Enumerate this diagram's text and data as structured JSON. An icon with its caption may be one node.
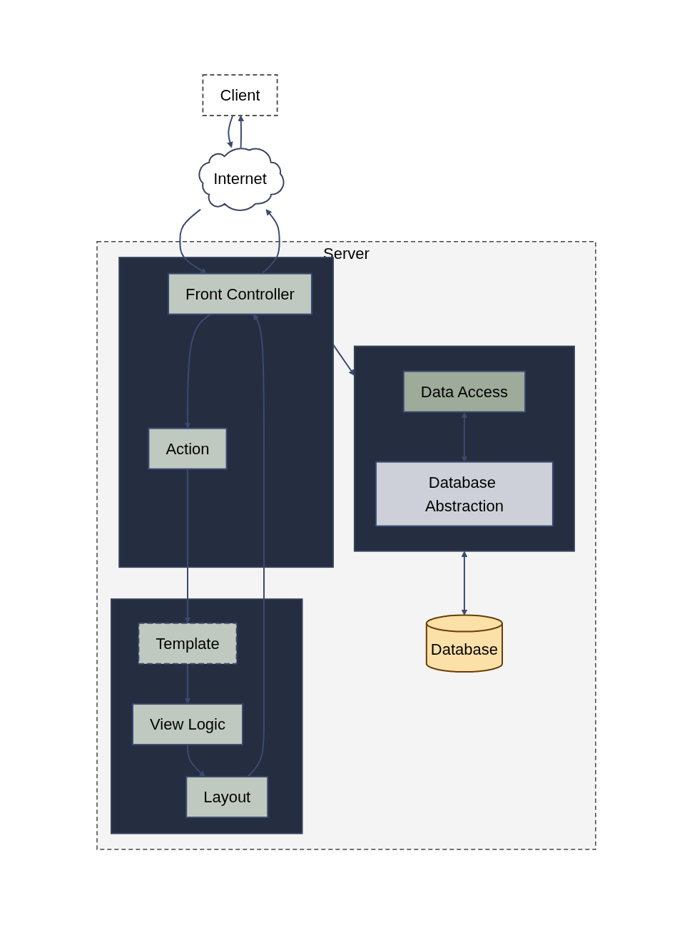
{
  "diagram": {
    "nodes": [
      {
        "text": [
          "Client"
        ]
      },
      {
        "text": [
          "Internet"
        ]
      },
      {
        "text": [
          "Server"
        ]
      },
      {
        "text": [],
        "shape": "box",
        "in": 2
      },
      {
        "text": [
          "Front Controller"
        ],
        "in": 3
      },
      {
        "text": [
          "Action"
        ],
        "in": 3
      },
      {
        "text": [],
        "shape": "box",
        "in": 2
      },
      {
        "text": [
          "Layout"
        ],
        "in": 6
      },
      {
        "text": [
          "View Logic"
        ],
        "in": 6
      },
      {
        "text": [
          "Template"
        ],
        "in": 6
      },
      {
        "text": [],
        "shape": "box",
        "in": 2
      },
      {
        "text": [
          "Data Access"
        ],
        "in": 10
      },
      {
        "text": [
          "Database Abstraction"
        ],
        "in": 10
      },
      {
        "text": [
          "Database"
        ],
        "in": 2
      }
    ],
    "edges": [
      {
        "from": 0,
        "to": 1,
        "arrow": "to"
      },
      {
        "from": 1,
        "to": 0,
        "arrow": "to"
      },
      {
        "from": 1,
        "to": 4,
        "arrow": "to"
      },
      {
        "from": 4,
        "to": 1,
        "arrow": "to"
      },
      {
        "from": 4,
        "to": 5,
        "arrow": "to"
      },
      {
        "from": 7,
        "to": 4,
        "arrow": "to"
      },
      {
        "from": 5,
        "to": 9,
        "arrow": "to"
      },
      {
        "from": 3,
        "to": 10,
        "arrow": "to"
      },
      {
        "from": 8,
        "to": 7,
        "arrow": "to"
      },
      {
        "from": 9,
        "to": 8,
        "arrow": "to"
      },
      {
        "from": 11,
        "to": 12,
        "arrow": "both"
      },
      {
        "from": 10,
        "to": 13,
        "arrow": "both"
      }
    ]
  }
}
